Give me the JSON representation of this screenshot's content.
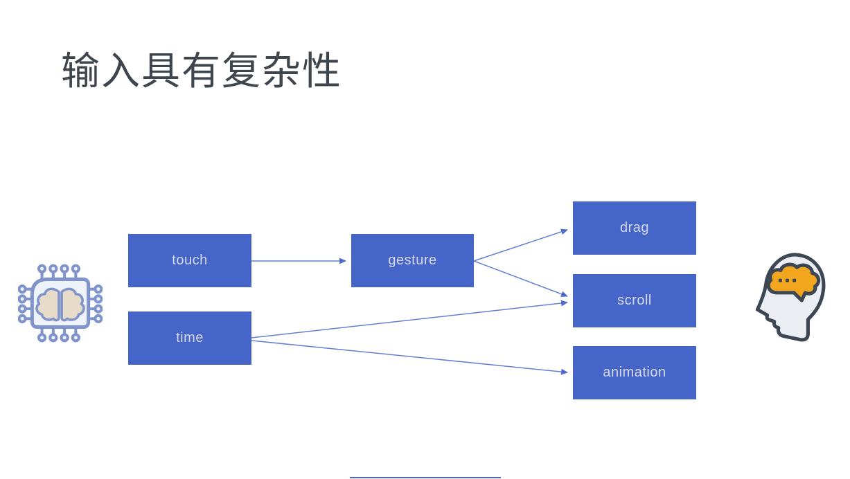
{
  "slide": {
    "title": "输入具有复杂性"
  },
  "diagram": {
    "nodes": [
      {
        "id": "touch",
        "label": "touch"
      },
      {
        "id": "time",
        "label": "time"
      },
      {
        "id": "gesture",
        "label": "gesture"
      },
      {
        "id": "drag",
        "label": "drag"
      },
      {
        "id": "scroll",
        "label": "scroll"
      },
      {
        "id": "animation",
        "label": "animation"
      }
    ],
    "edges": [
      {
        "from": "touch",
        "to": "gesture"
      },
      {
        "from": "gesture",
        "to": "drag"
      },
      {
        "from": "gesture",
        "to": "scroll"
      },
      {
        "from": "time",
        "to": "scroll"
      },
      {
        "from": "time",
        "to": "animation"
      }
    ],
    "icons": [
      {
        "name": "chip-brain-icon",
        "meaning": "machine / processor input side"
      },
      {
        "name": "head-brain-icon",
        "meaning": "human perception side"
      }
    ]
  },
  "colors": {
    "node_fill": "#4565c8",
    "node_text": "#d6dae8",
    "arrow": "#6280d2",
    "title_text": "#3e454c",
    "chip_stroke": "#8094cb",
    "chip_fill": "#eef2fa",
    "chip_brain_fill": "#e6dcc9",
    "head_stroke": "#3d4653",
    "head_fill": "#ebeff4",
    "cloud_fill": "#f2a61d",
    "bottom_line": "#4b66c9"
  }
}
